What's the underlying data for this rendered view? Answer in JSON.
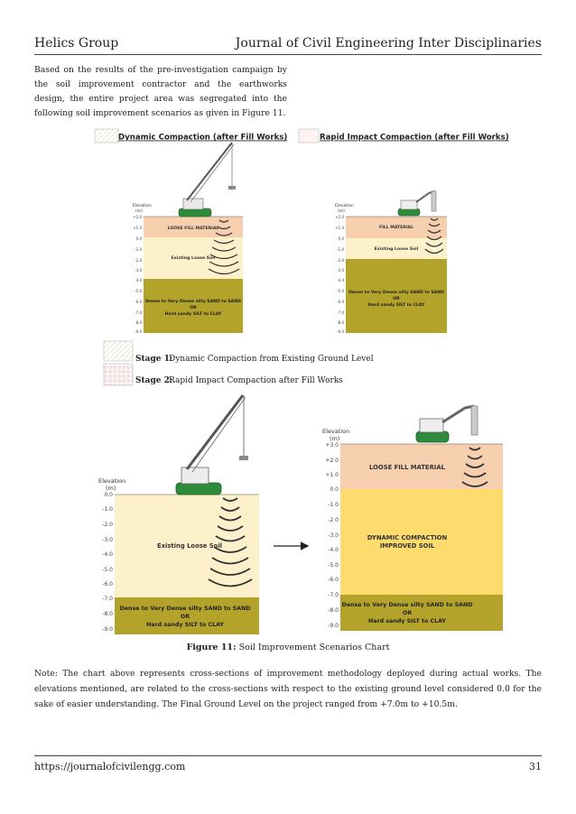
{
  "header": {
    "left": "Helics Group",
    "right": "Journal of Civil Engineering Inter Disciplinaries"
  },
  "intro": "Based on the results of the pre-investigation campaign by the soil improvement contractor and the earthworks design, the entire project area was segregated into the following soil improvement scenarios as given in Figure 11.",
  "legend": {
    "dynamic": "Dynamic Compaction (after Fill Works)",
    "rapid": "Rapid Impact Compaction (after Fill Works)",
    "stage1_label": "Stage 1:",
    "stage1_text": "Dynamic Compaction from Existing Ground Level",
    "stage2_label": "Stage 2:",
    "stage2_text": "Rapid Impact Compaction after Fill Works"
  },
  "small_left": {
    "axis_title_1": "Elevation",
    "axis_title_2": "(m)",
    "ticks": [
      "+2.0",
      "+1.0",
      "0.0",
      "-1.0",
      "-2.0",
      "-3.0",
      "-4.0",
      "-5.0",
      "-6.0",
      "-7.0",
      "-8.0",
      "-9.0"
    ],
    "layer_fill": "LOOSE FILL MATERIAL",
    "layer_existing": "Existing Loose Soil",
    "layer_dense_1": "Dense to Very Dense silty SAND to SAND",
    "layer_dense_2": "OR",
    "layer_dense_3": "Hard sandy SILT to CLAY"
  },
  "small_right": {
    "axis_title_1": "Elevation",
    "axis_title_2": "(m)",
    "ticks": [
      "+2.0",
      "+1.0",
      "0.0",
      "-1.0",
      "-2.0",
      "-3.0",
      "-4.0",
      "-5.0",
      "-6.0",
      "-7.0",
      "-8.0",
      "-9.0"
    ],
    "layer_fill": "FILL MATERIAL",
    "layer_existing": "Existing Loose Soil",
    "layer_dense_1": "Dense to Very Dense silty SAND to SAND",
    "layer_dense_2": "OR",
    "layer_dense_3": "Hard sandy SILT to CLAY"
  },
  "big_left": {
    "axis_title_1": "Elevation",
    "axis_title_2": "(m)",
    "ticks": [
      "0.0",
      "-1.0",
      "-2.0",
      "-3.0",
      "-4.0",
      "-5.0",
      "-6.0",
      "-7.0",
      "-8.0",
      "-9.0"
    ],
    "layer_existing": "Existing Loose Soil",
    "layer_dense_1": "Dense to Very Dense silty SAND to SAND",
    "layer_dense_2": "OR",
    "layer_dense_3": "Hard sandy SILT to CLAY"
  },
  "big_right": {
    "axis_title_1": "Elevation",
    "axis_title_2": "(m)",
    "ticks": [
      "+3.0",
      "+2.0",
      "+1.0",
      "0.0",
      "-1.0",
      "-2.0",
      "-3.0",
      "-4.0",
      "-5.0",
      "-6.0",
      "-7.0",
      "-8.0",
      "-9.0"
    ],
    "layer_fill": "LOOSE FILL MATERIAL",
    "layer_improved_1": "DYNAMIC COMPACTION",
    "layer_improved_2": "IMPROVED SOIL",
    "layer_dense_1": "Dense to Very Dense silty SAND to SAND",
    "layer_dense_2": "OR",
    "layer_dense_3": "Hard sandy SILT to CLAY"
  },
  "colors": {
    "fill": "#f6cfae",
    "loose": "#fdf1cc",
    "improved": "#fddb6d",
    "dense": "#b3a32a",
    "crane": "#2e8b3a"
  },
  "caption": {
    "label": "Figure 11:",
    "text": "Soil Improvement Scenarios Chart"
  },
  "note": "Note: The chart above represents cross-sections of improvement methodology deployed during actual works. The elevations mentioned, are related to the cross-sections with respect to the existing ground level considered 0.0 for the sake of easier understanding. The Final Ground Level on the project ranged from +7.0m to +10.5m.",
  "footer": {
    "url": "https://journalofcivilengg.com",
    "page": "31"
  }
}
